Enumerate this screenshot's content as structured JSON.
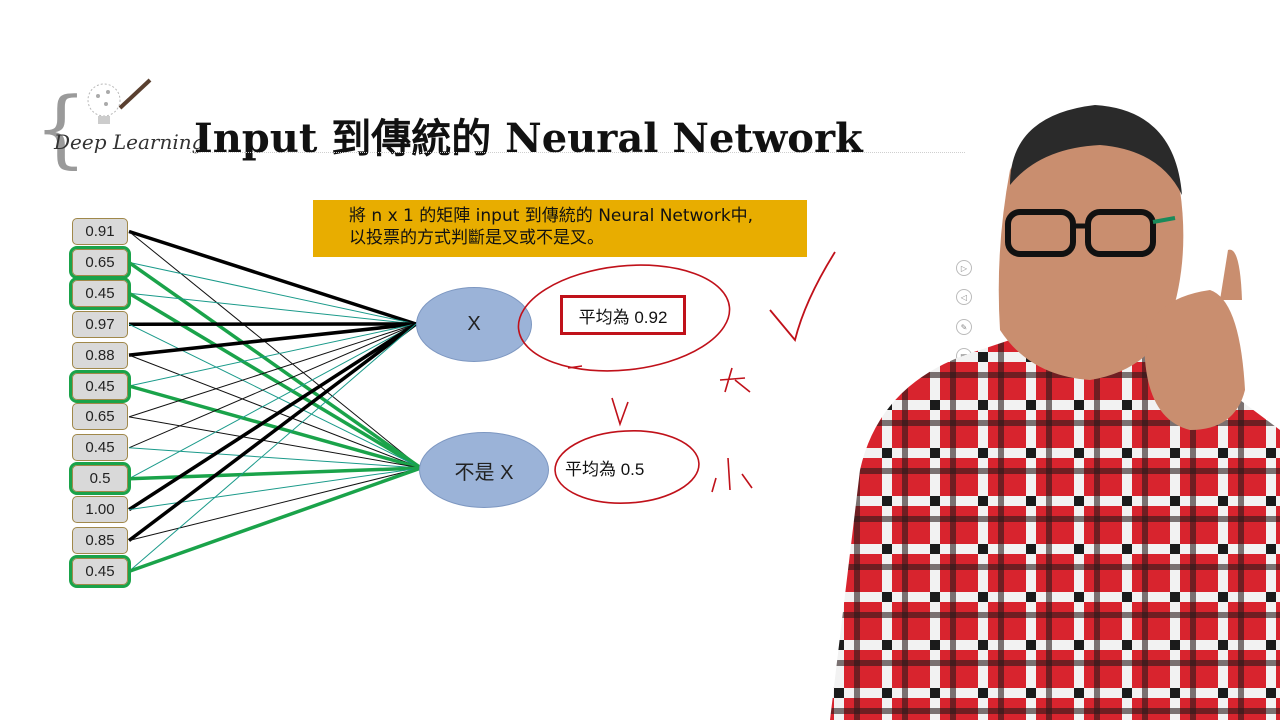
{
  "logo": {
    "brand": "Deep Learning"
  },
  "title": "Input 到傳統的 Neural Network",
  "callout": {
    "line1": "將 n x 1 的矩陣 input 到傳統的 Neural Network中,",
    "line2": "以投票的方式判斷是叉或不是叉。"
  },
  "inputs": [
    {
      "value": "0.91",
      "highlight": false
    },
    {
      "value": "0.65",
      "highlight": true
    },
    {
      "value": "0.45",
      "highlight": true
    },
    {
      "value": "0.97",
      "highlight": false
    },
    {
      "value": "0.88",
      "highlight": false
    },
    {
      "value": "0.45",
      "highlight": true
    },
    {
      "value": "0.65",
      "highlight": false
    },
    {
      "value": "0.45",
      "highlight": false
    },
    {
      "value": "0.5",
      "highlight": true
    },
    {
      "value": "1.00",
      "highlight": false
    },
    {
      "value": "0.85",
      "highlight": false
    },
    {
      "value": "0.45",
      "highlight": true
    }
  ],
  "outputs": [
    {
      "label": "X",
      "average": "平均為 0.92"
    },
    {
      "label": "不是 X",
      "average": "平均為 0.5"
    }
  ],
  "colors": {
    "accent_yellow": "#e8ad00",
    "highlight_green": "#1aa34a",
    "box_red": "#c0111a",
    "node_blue": "#9bb3d8",
    "ink_red": "#c0111a"
  },
  "icons": [
    "play-next-icon",
    "play-prev-icon",
    "pen-icon",
    "grid-icon"
  ]
}
